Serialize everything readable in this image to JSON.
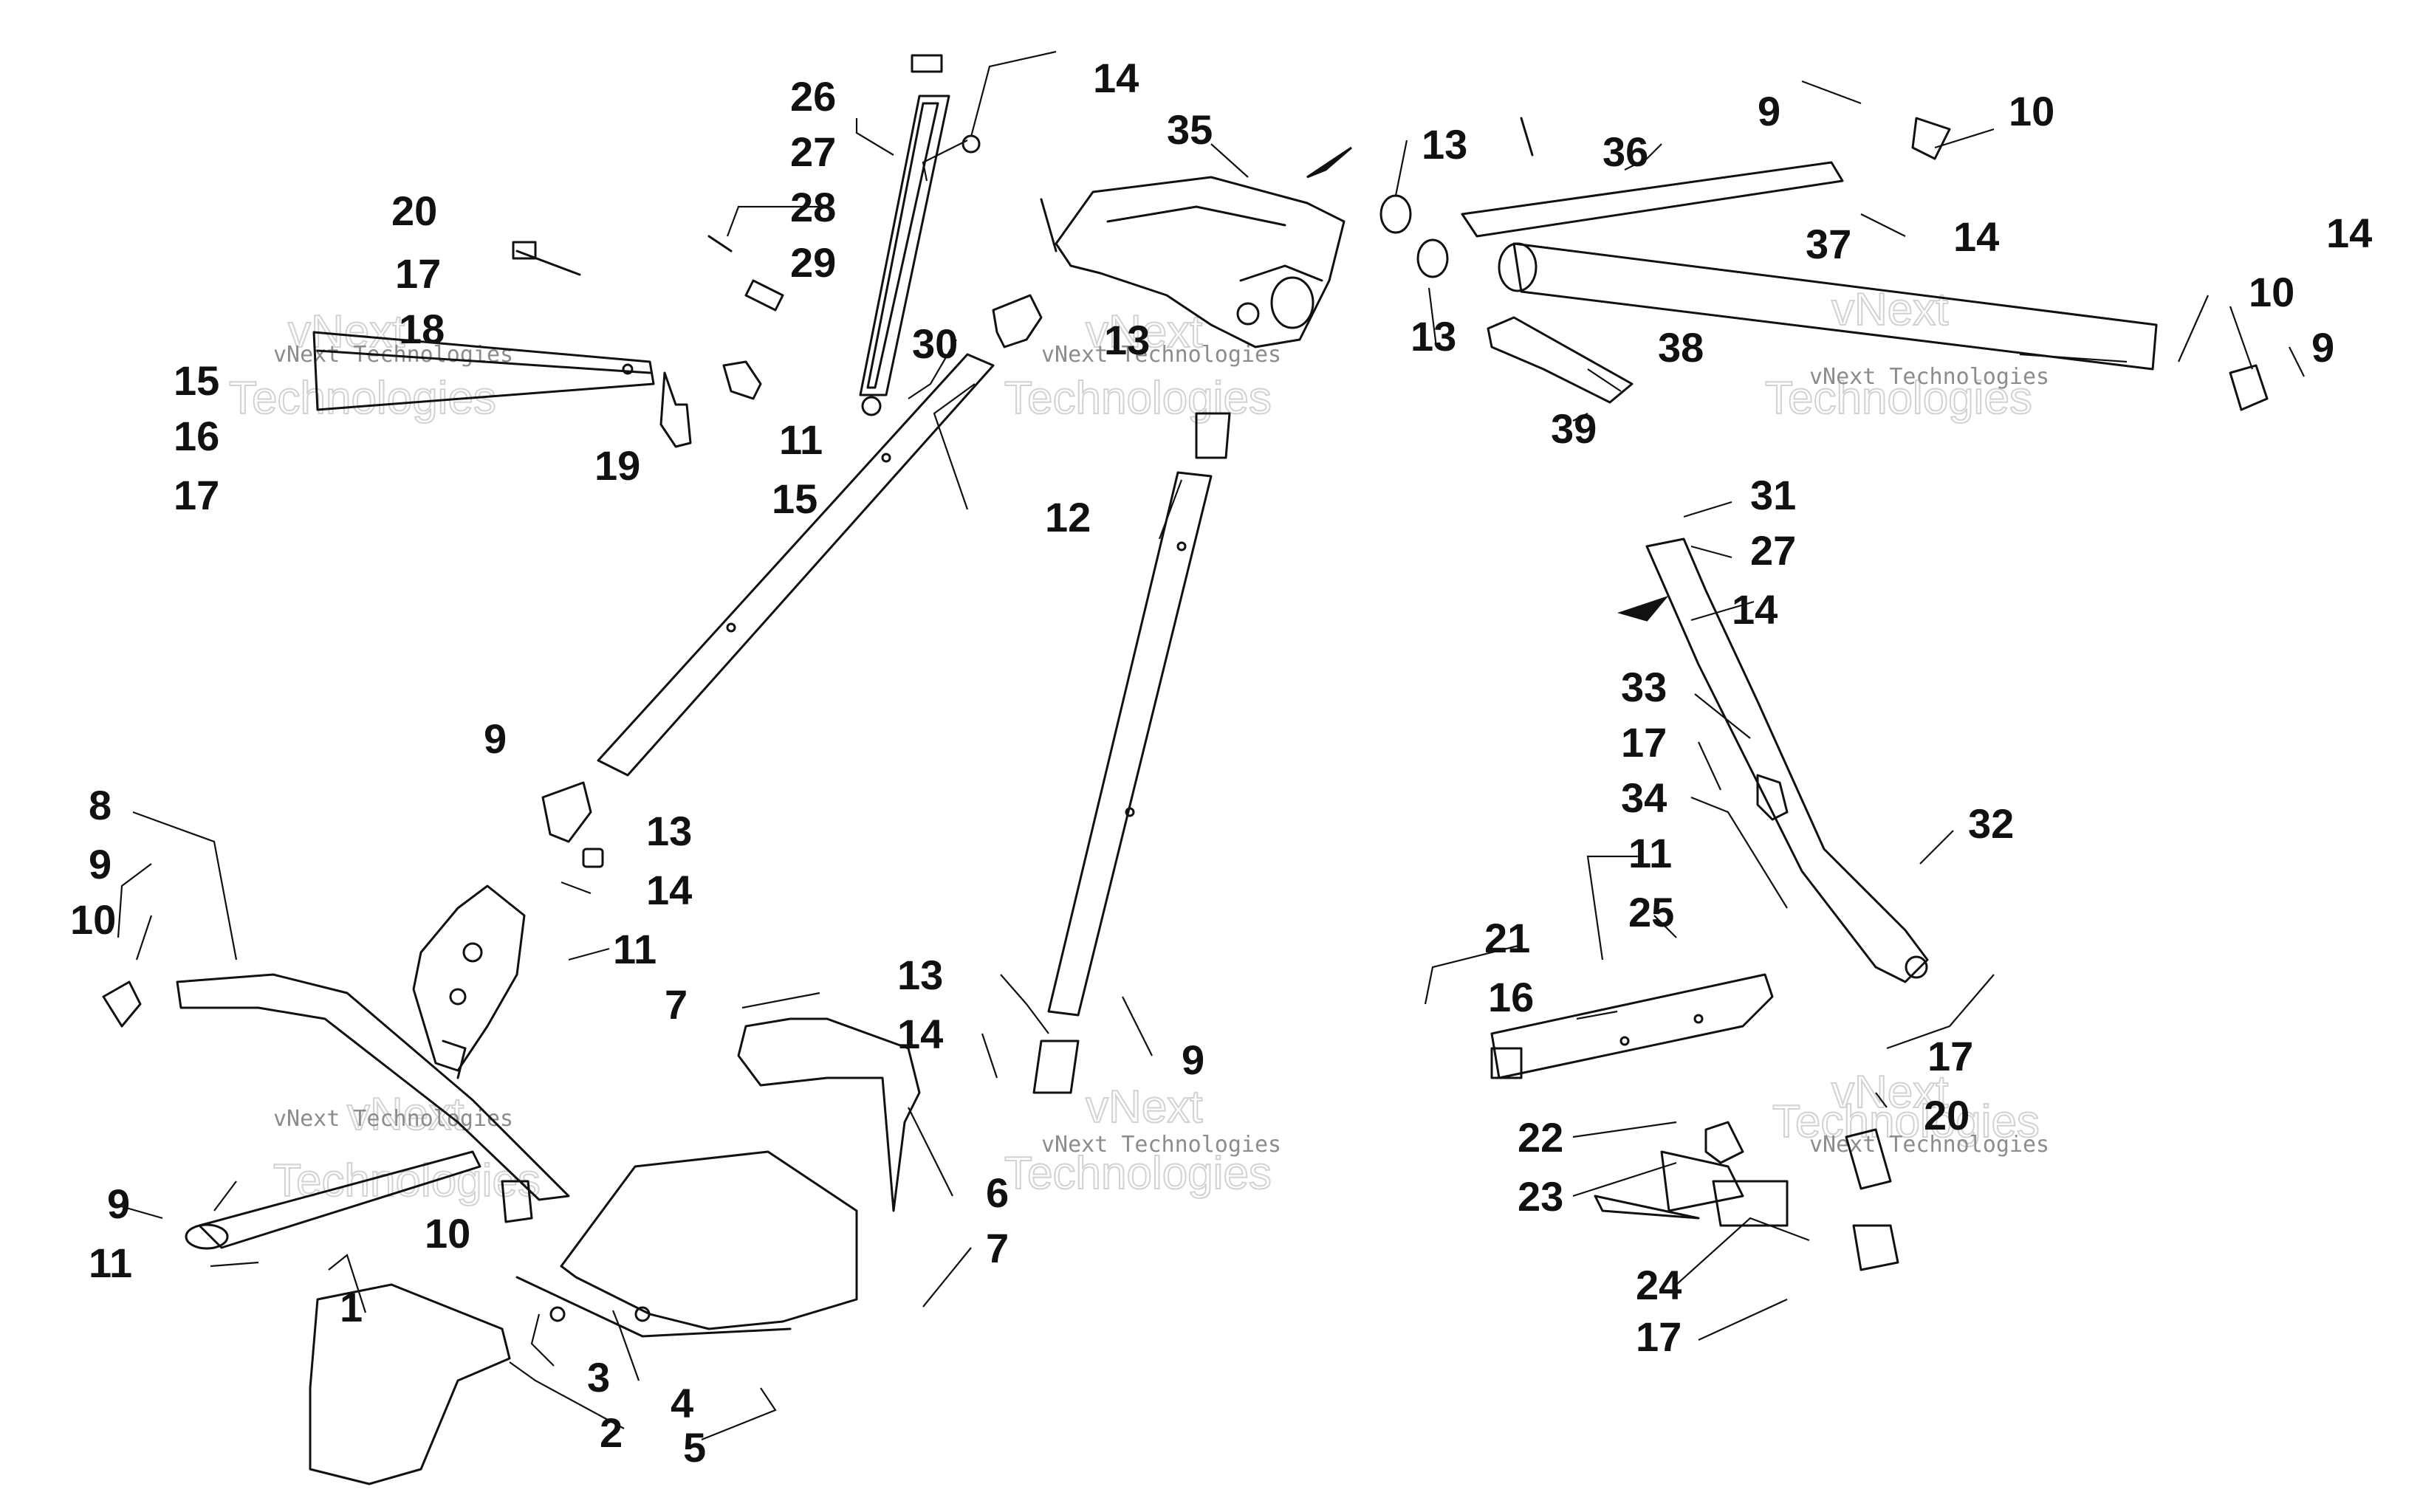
{
  "watermark": {
    "company": "vNext Technologies",
    "big_top": "vNext",
    "big_bottom": "Technologies"
  },
  "callouts": {
    "c1": "1",
    "c2": "2",
    "c3": "3",
    "c4": "4",
    "c5": "5",
    "c6": "6",
    "c7a": "7",
    "c7b": "7",
    "c8": "8",
    "c9a": "9",
    "c9b": "9",
    "c9c": "9",
    "c9d": "9",
    "c9e": "9",
    "c9f": "9",
    "c10a": "10",
    "c10b": "10",
    "c10c": "10",
    "c10d": "10",
    "c11a": "11",
    "c11b": "11",
    "c11c": "11",
    "c11d": "11",
    "c12": "12",
    "c13a": "13",
    "c13b": "13",
    "c13c": "13",
    "c13d": "13",
    "c13e": "13",
    "c14a": "14",
    "c14b": "14",
    "c14c": "14",
    "c14d": "14",
    "c14e": "14",
    "c14f": "14",
    "c15a": "15",
    "c15b": "15",
    "c16a": "16",
    "c16b": "16",
    "c17a": "17",
    "c17b": "17",
    "c17c": "17",
    "c17d": "17",
    "c17e": "17",
    "c18": "18",
    "c19": "19",
    "c20a": "20",
    "c20b": "20",
    "c21": "21",
    "c22": "22",
    "c23": "23",
    "c24": "24",
    "c25": "25",
    "c26": "26",
    "c27a": "27",
    "c27b": "27",
    "c28": "28",
    "c29": "29",
    "c30": "30",
    "c31": "31",
    "c32": "32",
    "c33": "33",
    "c34": "34",
    "c35": "35",
    "c36": "36",
    "c37": "37",
    "c38": "38",
    "c39": "39"
  }
}
